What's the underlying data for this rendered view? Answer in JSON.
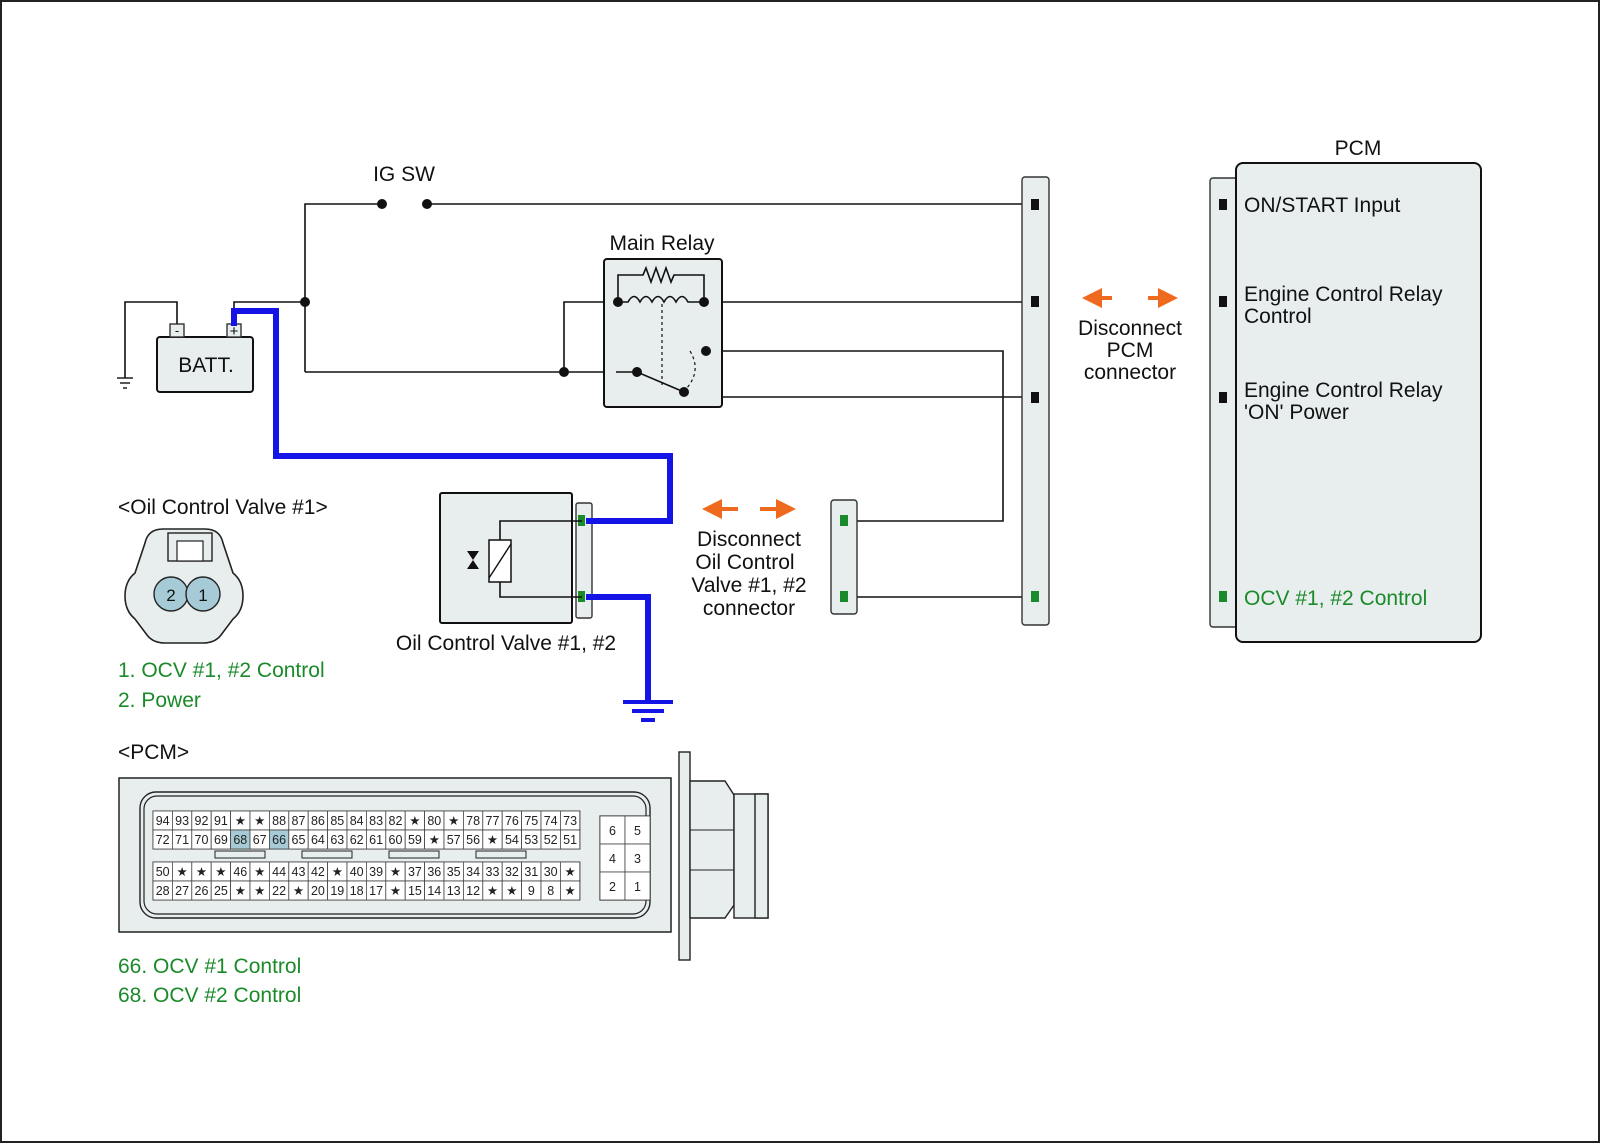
{
  "labels": {
    "ig_sw": "IG SW",
    "main_relay": "Main Relay",
    "batt": "BATT.",
    "batt_neg": "-",
    "batt_pos": "+",
    "pcm_title": "PCM",
    "pcm_pins": [
      "ON/START Input",
      "Engine Control Relay",
      "Control",
      "Engine Control Relay",
      "'ON' Power",
      "OCV #1, #2 Control"
    ],
    "disconnect_pcm": [
      "Disconnect",
      "PCM",
      "connector"
    ],
    "disconnect_ocv": [
      "Disconnect",
      "Oil Control",
      "Valve #1, #2",
      "connector"
    ],
    "ocv_component": "Oil Control Valve #1, #2"
  },
  "ocv_connector": {
    "title": "<Oil Control Valve #1>",
    "pins": [
      "2",
      "1"
    ],
    "legend": [
      "1. OCV #1, #2 Control",
      "2. Power"
    ]
  },
  "pcm_connector": {
    "title": "<PCM>",
    "upper_row1": [
      "94",
      "93",
      "92",
      "91",
      "★",
      "★",
      "88",
      "87",
      "86",
      "85",
      "84",
      "83",
      "82",
      "★",
      "80",
      "★",
      "78",
      "77",
      "76",
      "75",
      "74",
      "73"
    ],
    "upper_row2": [
      "72",
      "71",
      "70",
      "69",
      "68",
      "67",
      "66",
      "65",
      "64",
      "63",
      "62",
      "61",
      "60",
      "59",
      "★",
      "57",
      "56",
      "★",
      "54",
      "53",
      "52",
      "51"
    ],
    "lower_row1": [
      "50",
      "★",
      "★",
      "★",
      "46",
      "★",
      "44",
      "43",
      "42",
      "★",
      "40",
      "39",
      "★",
      "37",
      "36",
      "35",
      "34",
      "33",
      "32",
      "31",
      "30",
      "★"
    ],
    "lower_row2": [
      "28",
      "27",
      "26",
      "25",
      "★",
      "★",
      "22",
      "★",
      "20",
      "19",
      "18",
      "17",
      "★",
      "15",
      "14",
      "13",
      "12",
      "★",
      "★",
      "9",
      "8",
      "★"
    ],
    "side_block": [
      "6",
      "5",
      "4",
      "3",
      "2",
      "1"
    ],
    "highlight": [
      "66",
      "68"
    ],
    "legend": [
      "66. OCV #1 Control",
      "68. OCV #2 Control"
    ]
  },
  "colors": {
    "power_wire": "#1414e6",
    "disconnect_arrow": "#ee6a1e",
    "signal_text": "#1b8a2a",
    "terminal_green": "#1b8a2a",
    "pin_highlight": "#a6cbd6"
  }
}
